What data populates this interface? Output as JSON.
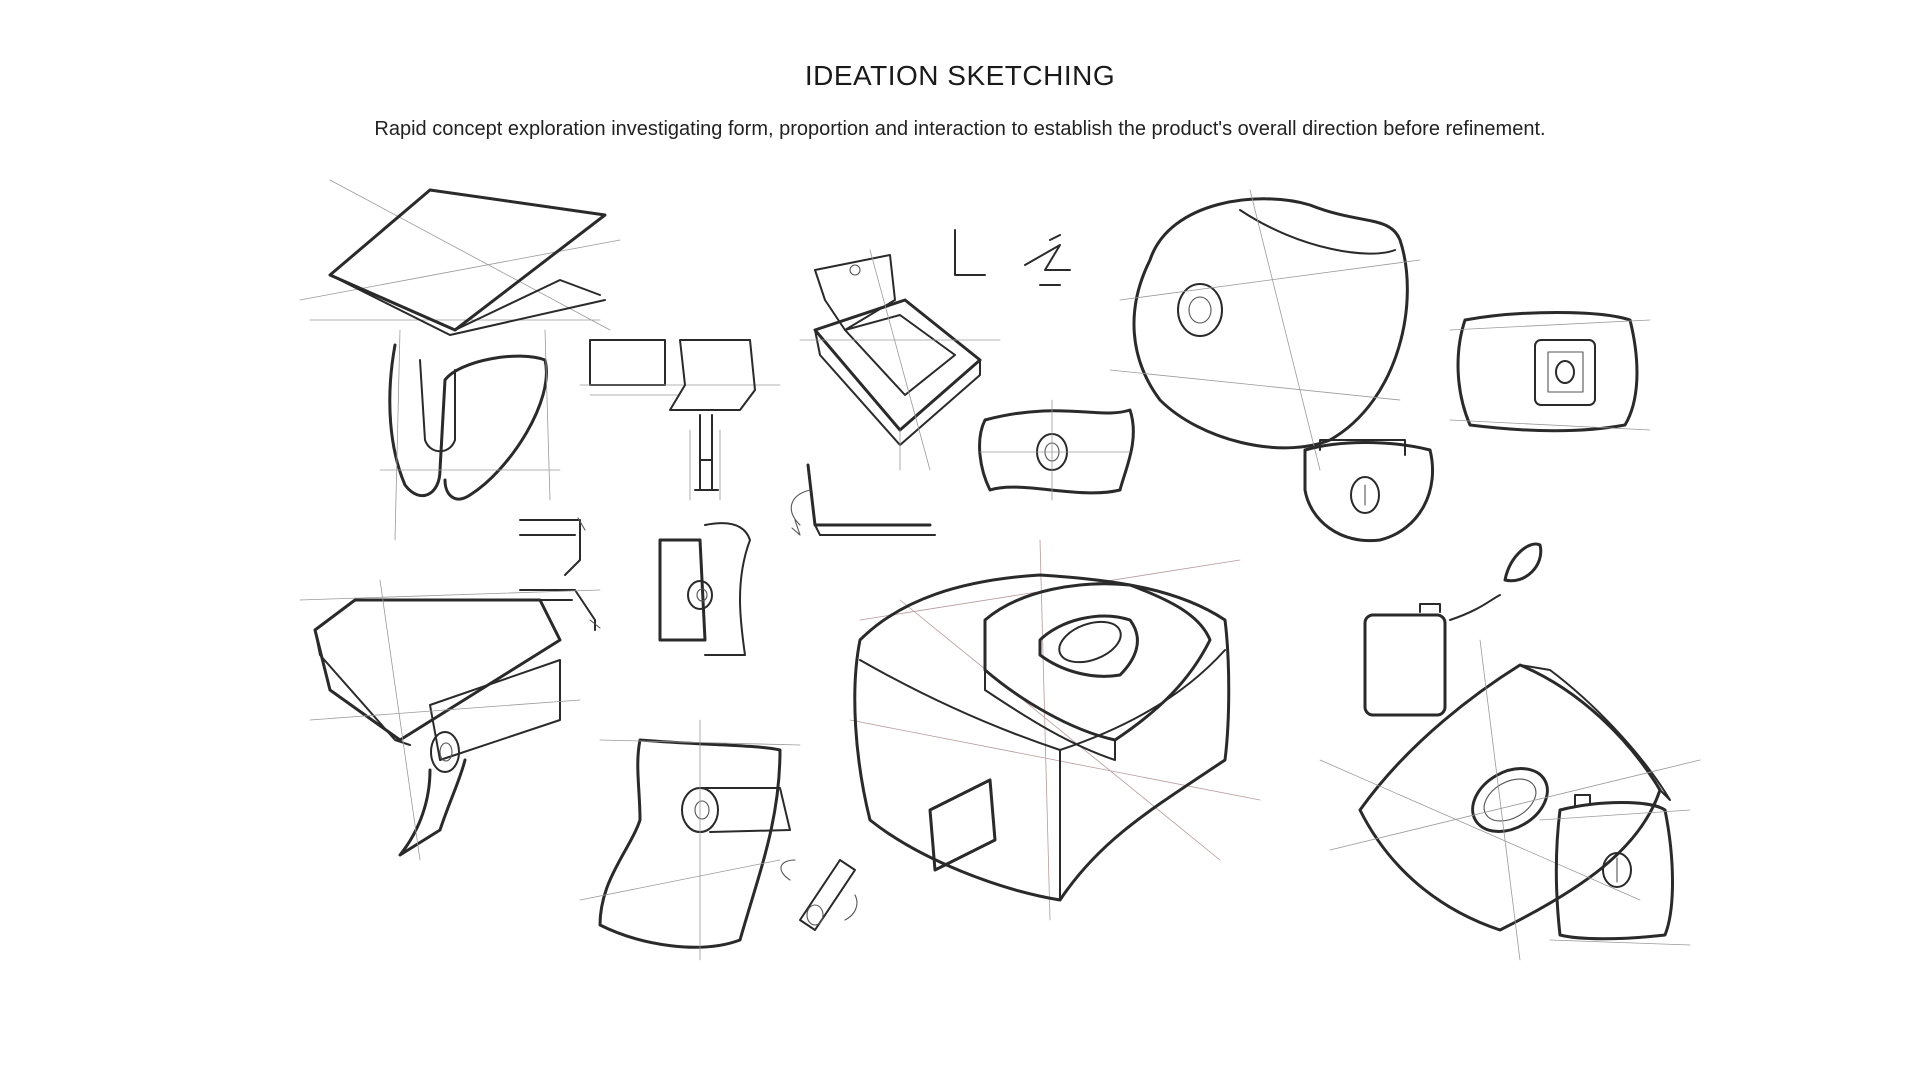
{
  "header": {
    "title": "IDEATION SKETCHING",
    "subtitle": "Rapid concept exploration investigating form, proportion and interaction to establish the product's overall direction before refinement."
  },
  "illustration": {
    "subject": "hand-drawn concept sketches",
    "stroke_color": "#2a2a2a",
    "background_color": "#ffffff"
  }
}
